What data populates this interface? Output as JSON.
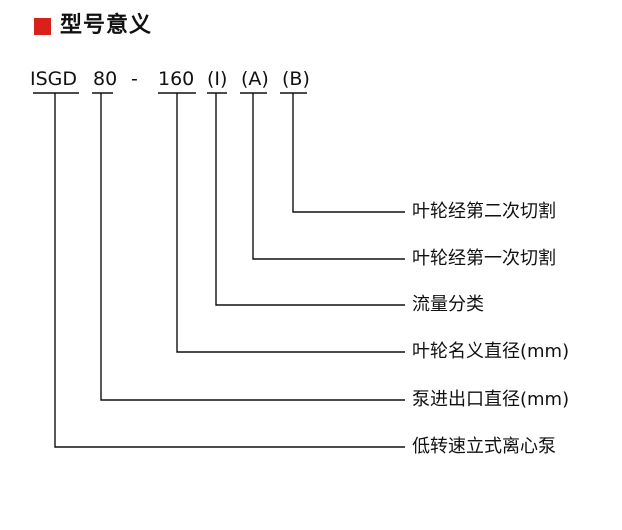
{
  "title": "型号意义",
  "accent_color": "#d9201b",
  "code_parts": [
    "ISGD",
    "80",
    "-",
    "160",
    "(I)",
    "(A)",
    "(B)"
  ],
  "descriptions": [
    "叶轮经第二次切割",
    "叶轮经第一次切割",
    "流量分类",
    "叶轮名义直径(mm)",
    "泵进出口直径(mm)",
    "低转速立式离心泵"
  ]
}
